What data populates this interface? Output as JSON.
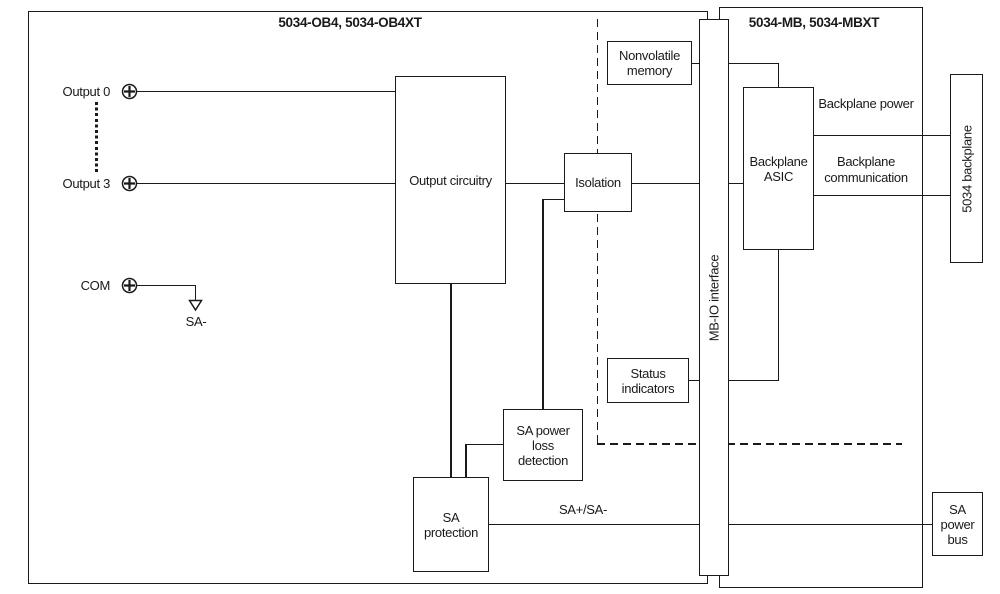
{
  "diagram_type": "block-diagram",
  "sections": {
    "ob4": {
      "title": "5034-OB4, 5034-OB4XT"
    },
    "mb": {
      "title": "5034-MB, 5034-MBXT"
    }
  },
  "blocks": {
    "output_circuitry": {
      "label": "Output circuitry"
    },
    "isolation": {
      "label": "Isolation"
    },
    "nonvolatile_memory": {
      "label": "Nonvolatile memory"
    },
    "status_indicators": {
      "label": "Status indicators"
    },
    "mb_io_interface": {
      "label": "MB-IO interface"
    },
    "backplane_asic": {
      "label": "Backplane ASIC"
    },
    "backplane_5034": {
      "label": "5034 backplane"
    },
    "sa_power_loss_detection": {
      "label": "SA power loss detection"
    },
    "sa_protection": {
      "label": "SA protection"
    },
    "sa_power_bus": {
      "label": "SA power bus"
    }
  },
  "terminals": {
    "output0": {
      "label": "Output 0"
    },
    "output3": {
      "label": "Output 3"
    },
    "com": {
      "label": "COM"
    }
  },
  "signal_labels": {
    "sa_minus": "SA-",
    "sa_plus_minus": "SA+/SA-",
    "backplane_power": "Backplane power",
    "backplane_communication": "Backplane communication"
  },
  "colors": {
    "ink": "#1a1a1a",
    "background": "#ffffff"
  }
}
